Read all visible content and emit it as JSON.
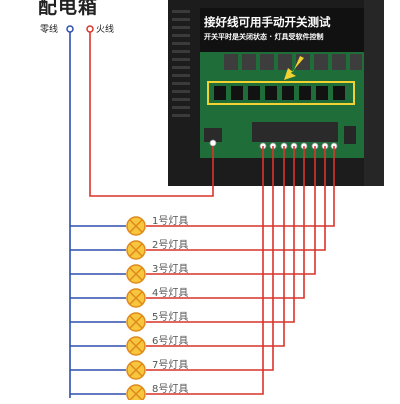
{
  "diagram": {
    "cabinet_title": "配电箱",
    "neutral_label": "零线",
    "live_label": "火线",
    "banner_line1": "接好线可用手动开关测试",
    "banner_line2": "开关平时是关闭状态 · 灯具受软件控制",
    "lamps": [
      "1号灯具",
      "2号灯具",
      "3号灯具",
      "4号灯具",
      "5号灯具",
      "6号灯具",
      "7号灯具",
      "8号灯具"
    ],
    "colors": {
      "neutral_wire": "#2e4fb0",
      "live_wire": "#d9342b",
      "lamp_fill": "#f6c63c",
      "lamp_border": "#e08a1e",
      "enclosure": "#1c1c1c",
      "pcb": "#1f6e3a",
      "highlight": "#f2d230"
    }
  }
}
